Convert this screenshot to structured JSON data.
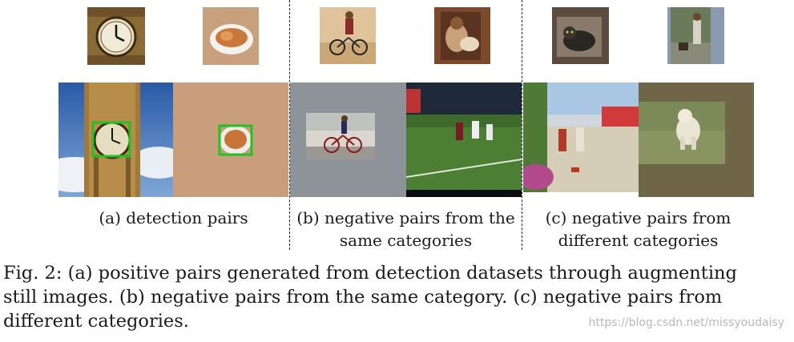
{
  "figure": {
    "panels": [
      {
        "label": "(a) detection pairs",
        "top_images": [
          "big-ben-clock-thumbnail",
          "cat-in-bowl-thumbnail"
        ],
        "bottom_images": [
          "big-ben-tower-with-box",
          "cat-in-bowl-with-box"
        ]
      },
      {
        "label_line1": "(b) negative pairs from the",
        "label_line2": "same categories",
        "top_images": [
          "cyclist-thumbnail",
          "person-with-dog-thumbnail"
        ],
        "bottom_images": [
          "cyclist-on-street",
          "football-game"
        ]
      },
      {
        "label_line1": "(c) negative pairs from",
        "label_line2": "different categories",
        "top_images": [
          "cat-thumbnail",
          "person-walking-thumbnail"
        ],
        "bottom_images": [
          "street-scene",
          "polar-bear"
        ]
      }
    ],
    "caption_line1": "Fig. 2: (a) positive pairs generated from detection datasets through augmenting",
    "caption_line2": "still images. (b) negative pairs from the same category. (c) negative pairs from",
    "caption_line3": "different categories.",
    "watermark": "https://blog.csdn.net/missyoudaisy"
  }
}
